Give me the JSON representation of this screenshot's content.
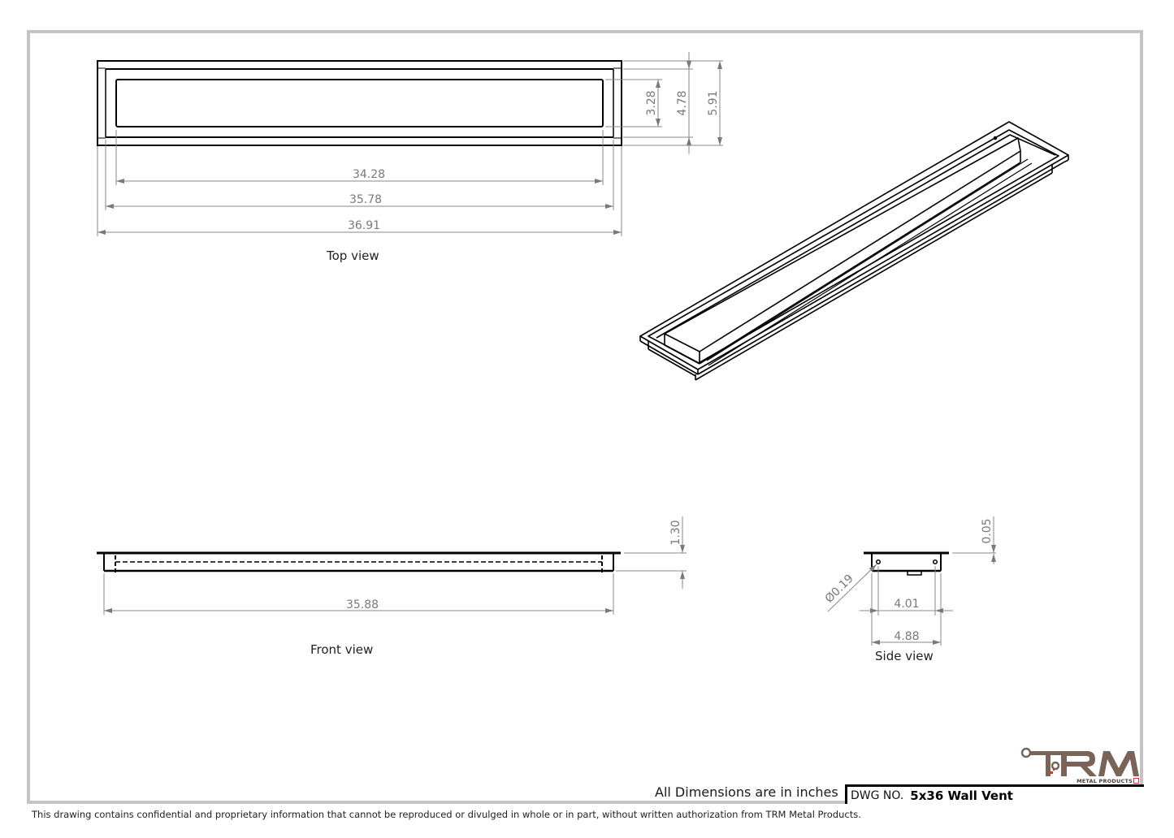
{
  "drawing": {
    "dwg_no_label": "DWG NO.",
    "dwg_no_value": "5x36 Wall Vent",
    "units_note": "All Dimensions are in inches",
    "disclaimer": "This drawing contains confidential and proprietary information that cannot be reproduced or divulged in whole or in part, without written authorization from TRM Metal Products.",
    "logo": {
      "main": "TRM",
      "sub": "METAL PRODUCTS",
      "brand_color": "#7a6458",
      "accent_color": "#e0302b"
    },
    "colors": {
      "frame": "#c3c3c3",
      "geometry": "#000000",
      "dimension": "#7a7a7a"
    }
  },
  "views": {
    "top": {
      "label": "Top view",
      "dimensions": {
        "inner_opening_width": "34.28",
        "flange_inner_width": "35.78",
        "overall_width": "36.91",
        "inner_opening_height": "3.28",
        "flange_inner_height": "4.78",
        "overall_height": "5.91"
      }
    },
    "front": {
      "label": "Front view",
      "dimensions": {
        "body_length": "35.88",
        "depth": "1.30"
      }
    },
    "side": {
      "label": "Side view",
      "dimensions": {
        "hole_diameter": "Ø0.19",
        "hole_spacing": "4.01",
        "body_width": "4.88",
        "flange_thickness": "0.05"
      }
    },
    "isometric": {
      "label": ""
    }
  }
}
